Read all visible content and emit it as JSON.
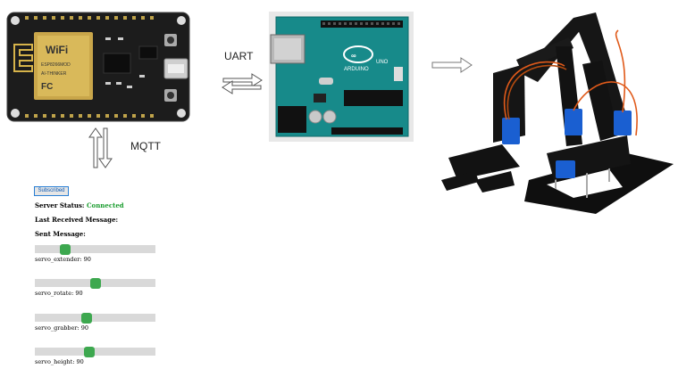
{
  "labels": {
    "uart": "UART",
    "mqtt": "MQTT"
  },
  "web_ui": {
    "subscribe_button": "Subscribed",
    "server_status_label": "Server Status:",
    "server_status_value": "Connected",
    "last_received_label": "Last Received Message:",
    "sent_label": "Sent Message:",
    "sliders": [
      {
        "label": "servo_extender: 90",
        "value": 0.25
      },
      {
        "label": "servo_rotate: 90",
        "value": 0.5
      },
      {
        "label": "servo_grabber: 90",
        "value": 0.43
      },
      {
        "label": "servo_height: 90",
        "value": 0.45
      }
    ]
  },
  "colors": {
    "esp_board": "#1a1a1a",
    "arduino_board": "#1a8c8c",
    "status_connected": "#1a9c2e",
    "slider_thumb": "#3da84f",
    "robot_servo": "#1a5fd1"
  },
  "images": {
    "esp": "nodemcu-esp8266-board",
    "arduino": "arduino-uno-board",
    "robot": "robot-arm-kit"
  }
}
